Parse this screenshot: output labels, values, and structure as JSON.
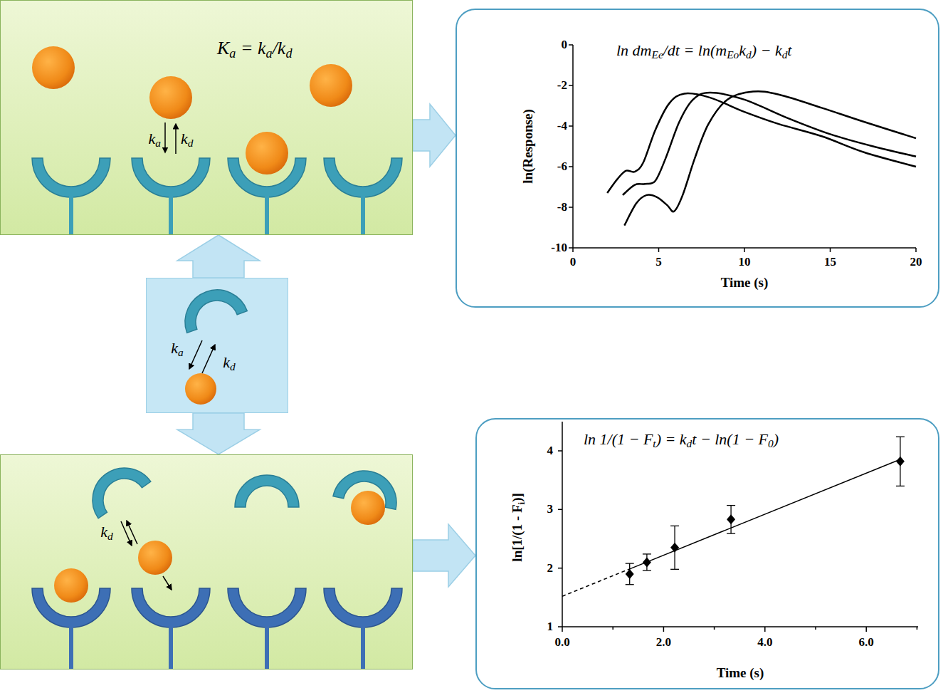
{
  "diagram": {
    "nodes": [
      {
        "text": [
          "Ka = ka/kd",
          "ka",
          "kd"
        ]
      },
      {
        "text": [
          "ln dmEe/dt = ln(mEokd) − kdt",
          "ln(Response)",
          "Time (s)"
        ]
      },
      {
        "text": [
          "ka",
          "kd"
        ]
      },
      {
        "text": [
          "kd"
        ]
      },
      {
        "text": [
          "ln 1/(1 − Ft) = kdt − ln(1 − F0)",
          "ln[1/(1 - Fi)]",
          "Time (s)"
        ]
      }
    ],
    "edges": [
      {
        "from": 0,
        "to": 1,
        "arrow": "to"
      },
      {
        "from": 3,
        "to": 4,
        "arrow": "to"
      },
      {
        "from": 2,
        "to": 0,
        "arrow": "to"
      },
      {
        "from": 2,
        "to": 3,
        "arrow": "to"
      }
    ],
    "labels": [
      "0",
      "-2",
      "-4",
      "-6",
      "-8",
      "-10",
      "0",
      "5",
      "10",
      "15",
      "20",
      "1",
      "2",
      "3",
      "4",
      "0.0",
      "2.0",
      "4.0",
      "6.0"
    ]
  }
}
